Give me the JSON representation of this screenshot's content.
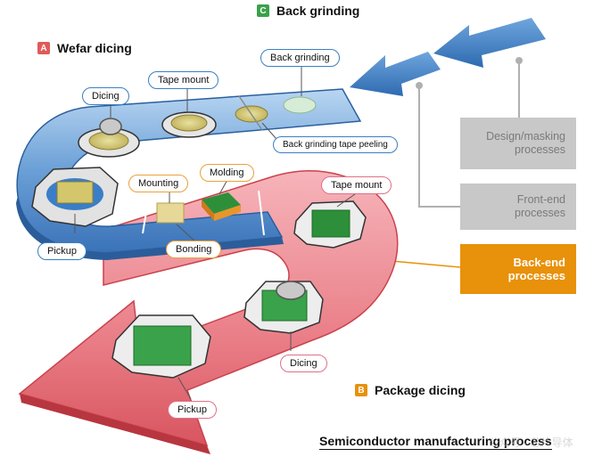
{
  "sections": {
    "a": {
      "badge": "A",
      "label": "Wefar dicing",
      "color": "#e05a5a"
    },
    "b": {
      "badge": "B",
      "label": "Package dicing",
      "color": "#e8910a"
    },
    "c": {
      "badge": "C",
      "label": "Back grinding",
      "color": "#3aa24a"
    }
  },
  "steps_wafer": {
    "dicing": "Dicing",
    "tape_mount": "Tape mount",
    "back_grinding": "Back grinding",
    "tape_peeling": "Back grinding tape peeling",
    "pickup": "Pickup"
  },
  "steps_assembly": {
    "mounting": "Mounting",
    "molding": "Molding",
    "bonding": "Bonding"
  },
  "steps_package": {
    "tape_mount": "Tape mount",
    "dicing": "Dicing",
    "pickup": "Pickup"
  },
  "process_boxes": {
    "design": [
      "Design/masking",
      "processes"
    ],
    "front_end": [
      "Front-end",
      "processes"
    ],
    "back_end": [
      "Back-end",
      "processes"
    ]
  },
  "caption": "Semiconductor manufacturing process",
  "watermark": "公众号 · 芯片导体",
  "colors": {
    "blue_band": "#4a86c8",
    "red_band": "#e8707a",
    "back_end": "#e8910a",
    "gray_box": "#c8c8c8",
    "pill_blue": "#3a7fc4",
    "pill_orange": "#e8a23c",
    "pill_red": "#e0708a"
  }
}
